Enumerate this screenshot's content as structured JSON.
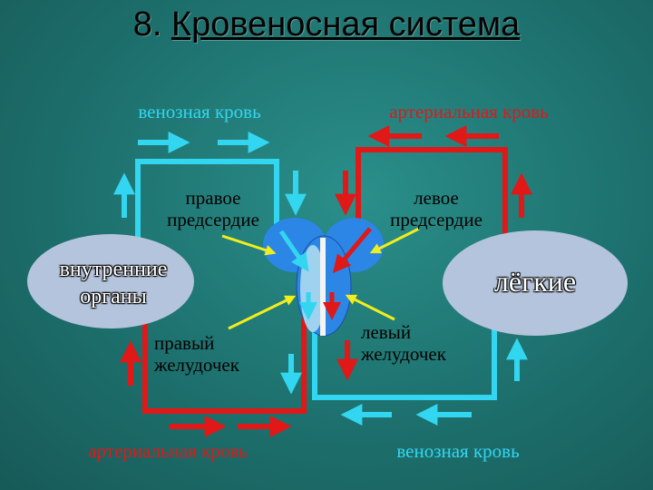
{
  "title": {
    "number": "8.",
    "text": "Кровеносная система"
  },
  "labels": {
    "venous_top": "венозная кровь",
    "arterial_top": "артериальная кровь",
    "right_atrium": "правое предсердие",
    "left_atrium": "левое предсердие",
    "right_ventricle": "правый желудочек",
    "left_ventricle": "левый желудочек",
    "arterial_bottom": "артериальная кровь",
    "venous_bottom": "венозная кровь"
  },
  "nodes": {
    "organs": "внутренние органы",
    "lungs": "лёгкие"
  },
  "colors": {
    "venous": "#33d6f0",
    "arterial": "#e01818",
    "heart": "#2b86e6",
    "pointer": "#f2ee1c",
    "oval": "#b4c4dc"
  }
}
